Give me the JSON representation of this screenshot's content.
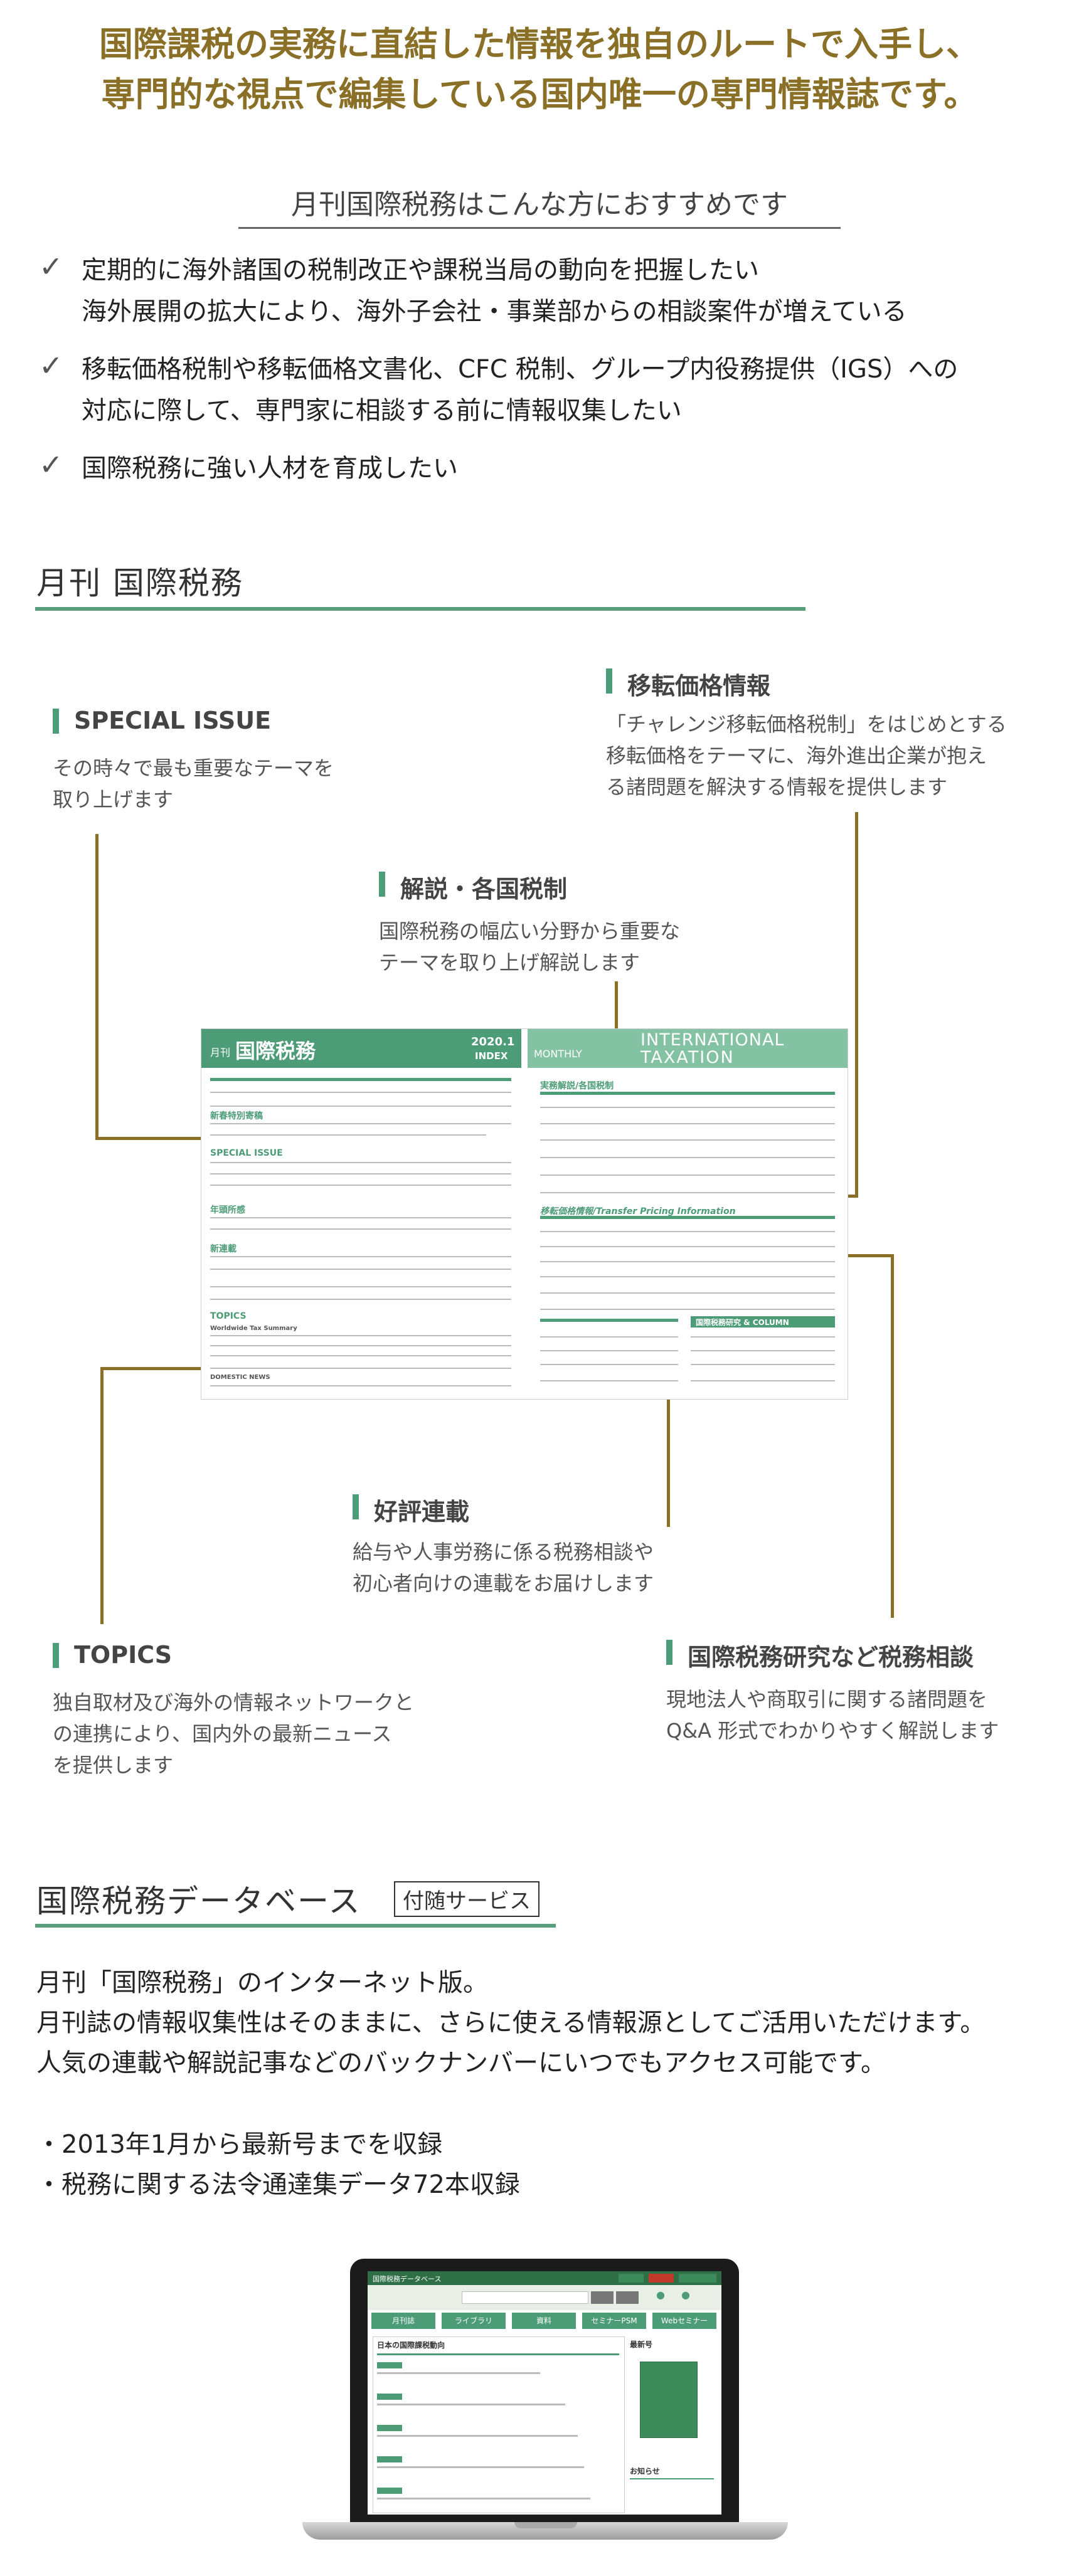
{
  "header": {
    "headline_line1": "国際課税の実務に直結した情報を独自のルートで入手し、",
    "headline_line2": "専門的な視点で編集している国内唯一の専門情報誌です。"
  },
  "recommend": {
    "title": "月刊国際税務はこんな方におすすめです",
    "items": [
      {
        "line1": "定期的に海外諸国の税制改正や課税当局の動向を把握したい",
        "line2": "海外展開の拡大により、海外子会社・事業部からの相談案件が増えている"
      },
      {
        "line1": "移転価格税制や移転価格文書化、CFC 税制、グループ内役務提供（IGS）への",
        "line2": "対応に際して、専門家に相談する前に情報収集したい"
      },
      {
        "line1": "国際税務に強い人材を育成したい",
        "line2": ""
      }
    ]
  },
  "magazine_section": {
    "title": "月刊 国際税務",
    "callouts": {
      "special_issue": {
        "title": "SPECIAL ISSUE",
        "line1": "その時々で最も重要なテーマを",
        "line2": "取り上げます"
      },
      "transfer_pricing": {
        "title": "移転価格情報",
        "line1": "「チャレンジ移転価格税制」をはじめとする",
        "line2": "移転価格をテーマに、海外進出企業が抱え",
        "line3": "る諸問題を解決する情報を提供します"
      },
      "commentary": {
        "title": "解説・各国税制",
        "line1": "国際税務の幅広い分野から重要な",
        "line2": "テーマを取り上げ解説します"
      },
      "series": {
        "title": "好評連載",
        "line1": "給与や人事労務に係る税務相談や",
        "line2": "初心者向けの連載をお届けします"
      },
      "topics": {
        "title": "TOPICS",
        "line1": "独自取材及び海外の情報ネットワークと",
        "line2": "の連携により、国内外の最新ニュース",
        "line3": "を提供します"
      },
      "tax_consult": {
        "title": "国際税務研究など税務相談",
        "line1": "現地法人や商取引に関する諸問題を",
        "line2": "Q&A 形式でわかりやすく解説します"
      }
    },
    "page": {
      "brand_small": "月刊",
      "brand": "国際税務",
      "issue": "2020.1",
      "index": "INDEX",
      "monthly": "MONTHLY",
      "english_title_1": "INTERNATIONAL",
      "english_title_2": "TAXATION",
      "left_sections": [
        "新春特別寄稿",
        "SPECIAL ISSUE",
        "年頭所感",
        "新連載",
        "TOPICS"
      ],
      "right_sections": [
        "実務解説/各国税制",
        "移転価格情報/Transfer Pricing Information",
        "国際税務研究 & COLUMN"
      ],
      "world_news": "Worldwide Tax Summary",
      "domestic_news": "DOMESTIC NEWS"
    }
  },
  "database_section": {
    "title": "国際税務データベース",
    "badge": "付随サービス",
    "lines": [
      "月刊「国際税務」のインターネット版。",
      "月刊誌の情報収集性はそのままに、さらに使える情報源としてご活用いただけます。",
      "人気の連載や解説記事などのバックナンバーにいつでもアクセス可能です。"
    ],
    "bullets": [
      "・2013年1月から最新号までを収録",
      "・税務に関する法令通達集データ72本収録"
    ],
    "screen": {
      "site_title": "国際税務データベース",
      "buttons": [
        "月刊誌",
        "ライブラリ",
        "資料",
        "セミナーPSM",
        "Webセミナー"
      ],
      "news_title": "日本の国際課税動向",
      "new_title": "最新号",
      "notice_title": "お知らせ"
    }
  },
  "colors": {
    "gold": "#8a6f27",
    "green": "#4d9c78",
    "green_dark": "#2e6f46"
  }
}
